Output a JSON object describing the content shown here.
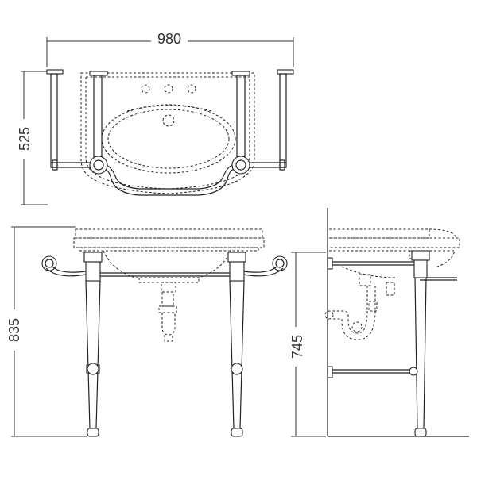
{
  "diagram": {
    "dimensions": {
      "width": "980",
      "top_depth": "525",
      "total_height": "835",
      "side_height": "745"
    }
  }
}
